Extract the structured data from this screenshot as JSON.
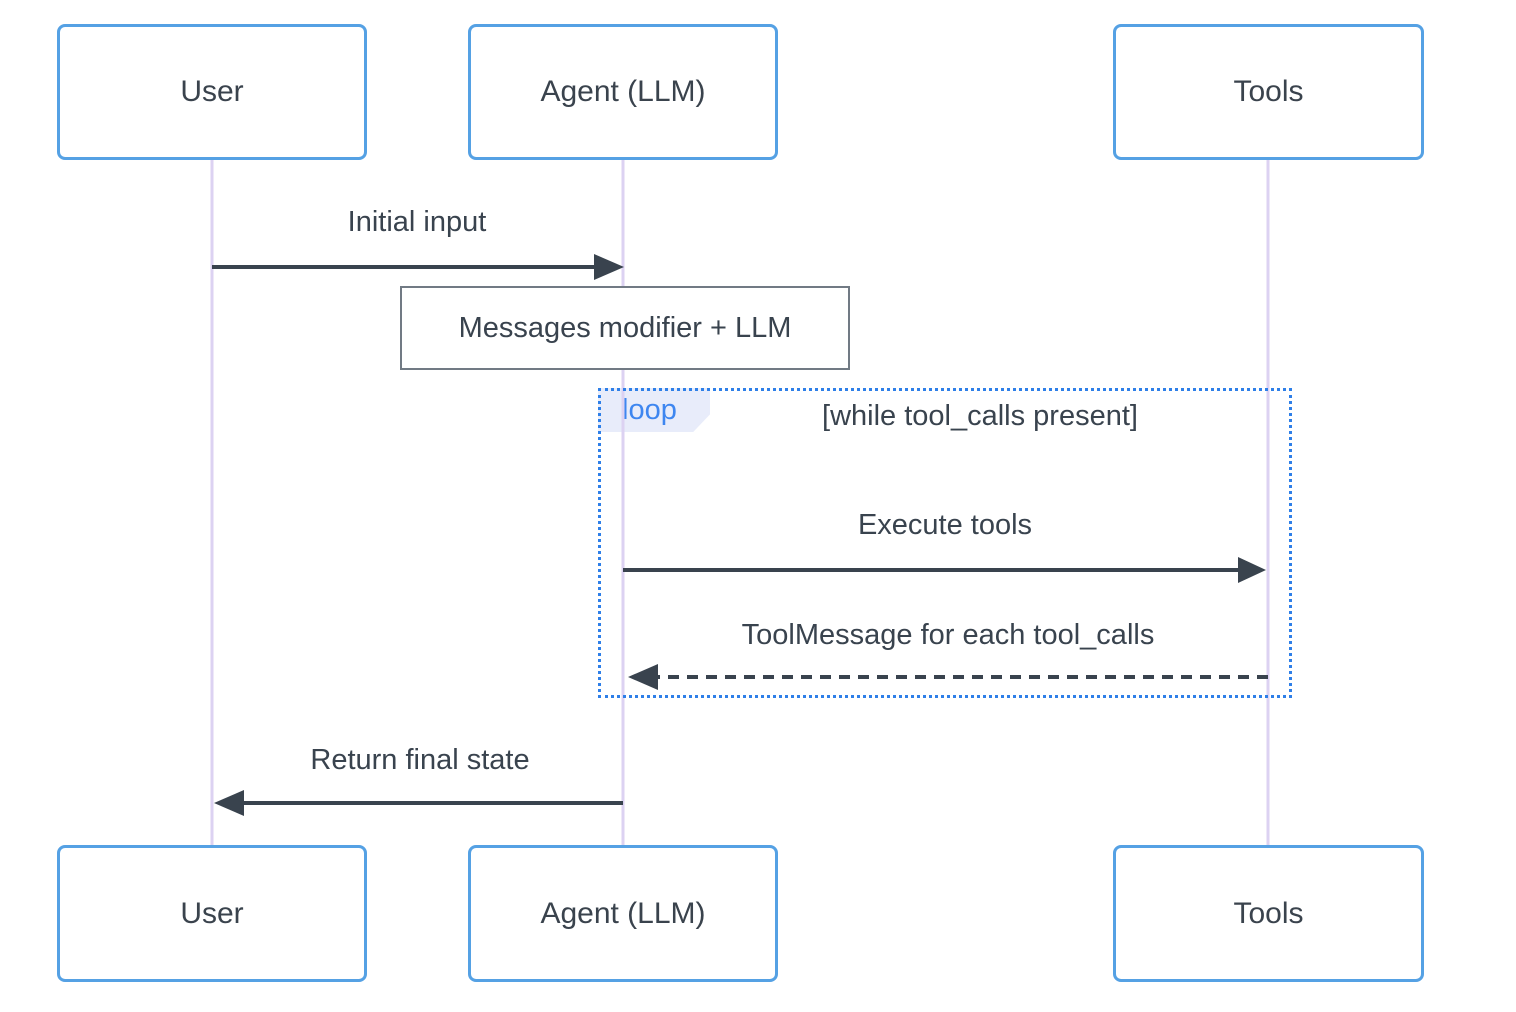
{
  "diagram": {
    "kind": "sequence-diagram",
    "actors": {
      "user": "User",
      "agent": "Agent (LLM)",
      "tools": "Tools"
    },
    "messages": {
      "initial_input": "Initial input",
      "note_over": "Messages modifier + LLM",
      "execute_tools": "Execute tools",
      "tool_message": "ToolMessage for each tool_calls",
      "return_final": "Return final state"
    },
    "loop": {
      "keyword": "loop",
      "condition": "[while tool_calls present]"
    },
    "colors": {
      "actor_border": "#55a1e4",
      "actor_fill": "#ffffff",
      "lifeline": "#dcd2f2",
      "arrow": "#39434e",
      "text": "#3a434d",
      "loop_border": "#2e7fe8",
      "loop_label_bg": "#e5eafa",
      "loop_label_text": "#3e86f0",
      "note_border": "#717a84"
    }
  }
}
